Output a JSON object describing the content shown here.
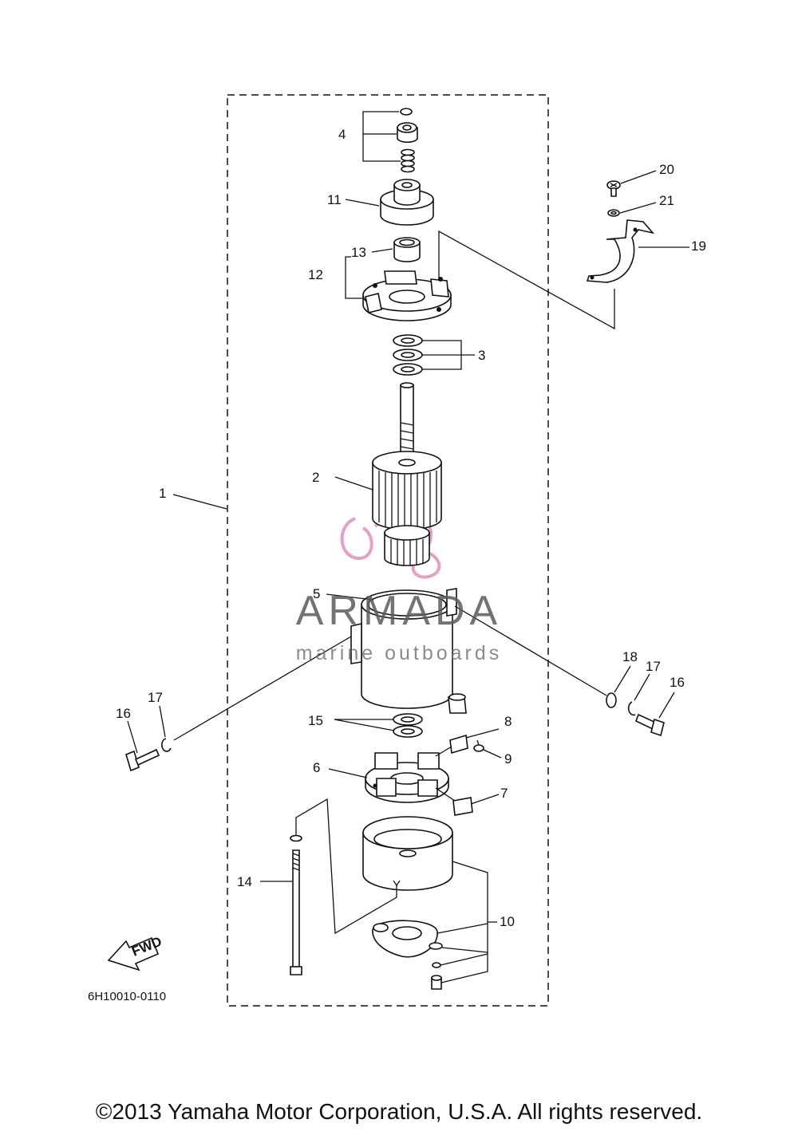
{
  "diagram": {
    "callouts": [
      "1",
      "2",
      "3",
      "4",
      "5",
      "6",
      "7",
      "8",
      "9",
      "10",
      "11",
      "12",
      "13",
      "14",
      "15",
      "16",
      "17",
      "18",
      "19",
      "20",
      "21",
      "16",
      "17"
    ],
    "fwd_label": "FWD",
    "code": "6H10010-0110"
  },
  "watermark": {
    "name": "ARMADA",
    "tagline": "marine outboards",
    "colors": {
      "text": "#5a5a5a",
      "mark": "#e6a0c8"
    }
  },
  "footer": {
    "copyright": "©2013 Yamaha Motor Corporation, U.S.A. All rights reserved."
  }
}
